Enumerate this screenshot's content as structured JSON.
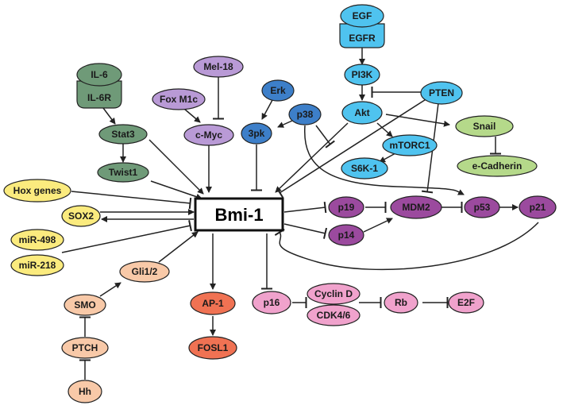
{
  "colors": {
    "green": "#6f9a78",
    "green_light": "#b5d98a",
    "purple_light": "#b99ad6",
    "blue_dark": "#3d7fc9",
    "blue_light": "#4fc3ef",
    "yellow": "#fbeb7e",
    "purple_dark": "#9b4a9e",
    "orange_red": "#f07253",
    "pink": "#f0a2cc",
    "peach": "#f8c9a8",
    "ink": "#222222"
  },
  "nodes": {
    "bmi1": "Bmi-1",
    "il6": "IL-6",
    "il6r": "IL-6R",
    "stat3": "Stat3",
    "twist1": "Twist1",
    "mel18": "Mel-18",
    "foxm1c": "Fox M1c",
    "cmyc": "c-Myc",
    "erk": "Erk",
    "p38": "p38",
    "threepk": "3pk",
    "egf": "EGF",
    "egfr": "EGFR",
    "pi3k": "PI3K",
    "akt": "Akt",
    "pten": "PTEN",
    "mtorc1": "mTORC1",
    "s6k1": "S6K-1",
    "snail": "Snail",
    "ecadherin": "e-Cadherin",
    "hox": "Hox genes",
    "sox2": "SOX2",
    "mir498": "miR-498",
    "mir218": "miR-218",
    "p19": "p19",
    "p14": "p14",
    "mdm2": "MDM2",
    "p53": "p53",
    "p21": "p21",
    "gli": "Gli1/2",
    "smo": "SMO",
    "ptch": "PTCH",
    "hh": "Hh",
    "ap1": "AP-1",
    "fosl1": "FOSL1",
    "p16": "p16",
    "cyclind": "Cyclin D",
    "cdk46": "CDK4/6",
    "rb": "Rb",
    "e2f": "E2F"
  }
}
